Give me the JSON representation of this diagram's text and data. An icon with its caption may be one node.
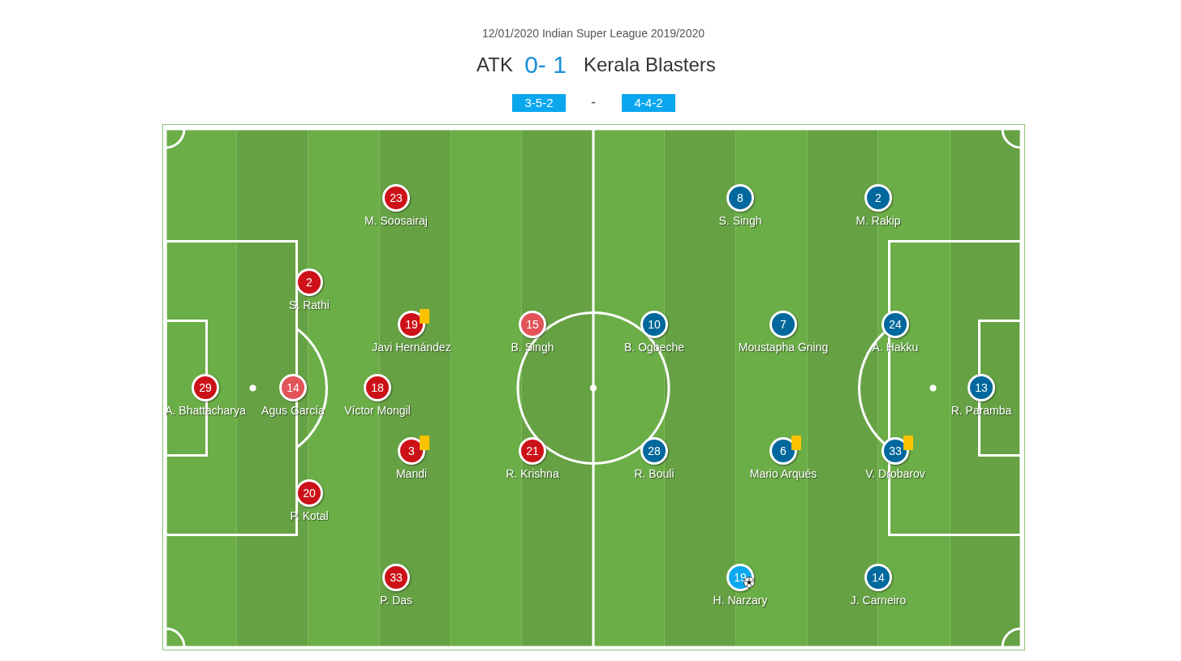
{
  "diagram": {
    "title": "12/01/2020 Indian Super League 2019/2020",
    "nodes": [
      {
        "text": [
          "3-5-2"
        ]
      },
      {
        "text": [
          "4-4-2"
        ]
      },
      {
        "text": [
          "29"
        ],
        "beside": [
          "A. Bhattacharya"
        ]
      },
      {
        "text": [
          "2"
        ],
        "beside": [
          "S. Rathi"
        ]
      },
      {
        "text": [
          "14"
        ],
        "beside": [
          "Agus García"
        ]
      },
      {
        "text": [
          "20"
        ],
        "beside": [
          "P. Kotal"
        ]
      },
      {
        "text": [
          "23"
        ],
        "beside": [
          "M. Soosairaj"
        ]
      },
      {
        "text": [
          "19"
        ],
        "beside": [
          "Javi Hernández"
        ]
      },
      {
        "text": [
          "18"
        ],
        "beside": [
          "Víctor Mongil"
        ]
      },
      {
        "text": [
          "3"
        ],
        "beside": [
          "Mandi"
        ]
      },
      {
        "text": [
          "33"
        ],
        "beside": [
          "P. Das"
        ]
      },
      {
        "text": [
          "15"
        ],
        "beside": [
          "B. Singh"
        ]
      },
      {
        "text": [
          "21"
        ],
        "beside": [
          "R. Krishna"
        ]
      },
      {
        "text": [
          "10"
        ],
        "beside": [
          "B. Ogbeche"
        ]
      },
      {
        "text": [
          "28"
        ],
        "beside": [
          "R. Bouli"
        ]
      },
      {
        "text": [
          "8"
        ],
        "beside": [
          "S. Singh"
        ]
      },
      {
        "text": [
          "7"
        ],
        "beside": [
          "Moustapha Gning"
        ]
      },
      {
        "text": [
          "6"
        ],
        "beside": [
          "Mario Arqués"
        ]
      },
      {
        "text": [
          "19"
        ],
        "beside": [
          "H. Narzary"
        ]
      },
      {
        "text": [
          "2"
        ],
        "beside": [
          "M. Rakip"
        ]
      },
      {
        "text": [
          "24"
        ],
        "beside": [
          "A. Hakku"
        ]
      },
      {
        "text": [
          "33"
        ],
        "beside": [
          "V. Drobarov"
        ]
      },
      {
        "text": [
          "14"
        ],
        "beside": [
          "J. Carneiro"
        ]
      },
      {
        "text": [
          "13"
        ],
        "beside": [
          "R. Paramba"
        ]
      }
    ],
    "labels": [
      "ATK",
      "0- 1",
      "Kerala Blasters",
      "-"
    ]
  }
}
